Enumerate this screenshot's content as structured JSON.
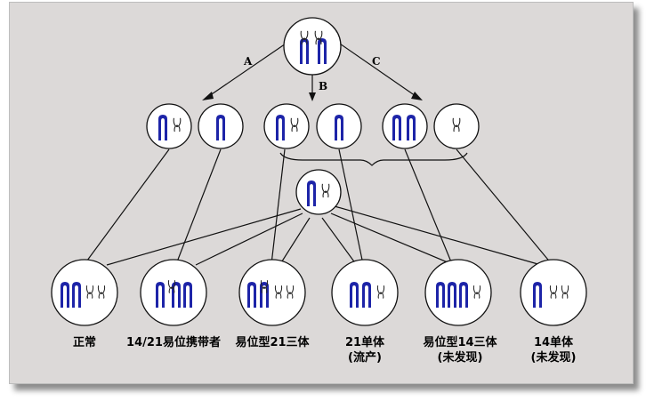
{
  "arrows": {
    "a": "A",
    "b": "B",
    "c": "C"
  },
  "offspring": [
    {
      "label": "正常",
      "sub": ""
    },
    {
      "label": "14/21易位携带者",
      "sub": ""
    },
    {
      "label": "易位型21三体",
      "sub": ""
    },
    {
      "label": "21单体",
      "sub": "(流产)"
    },
    {
      "label": "易位型14三体",
      "sub": "(未发现)"
    },
    {
      "label": "14单体",
      "sub": "(未发现)"
    }
  ],
  "colors": {
    "blue_chromosome": "#1d24a8",
    "outline_chromosome": "#222222",
    "background": "#dcd9d8"
  }
}
